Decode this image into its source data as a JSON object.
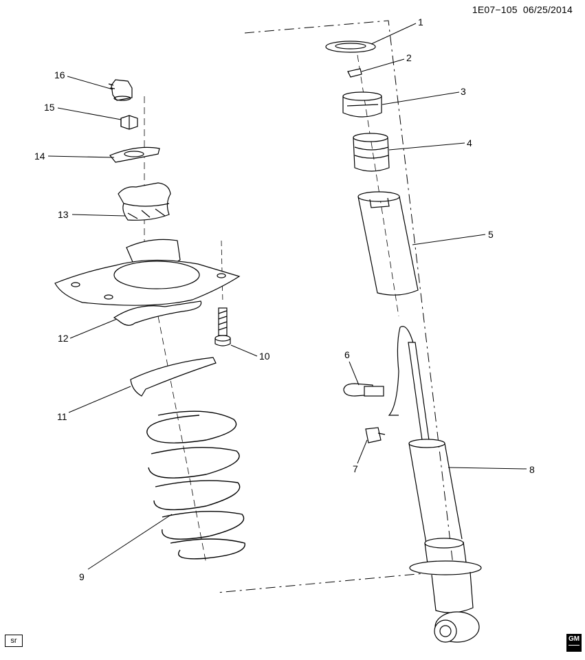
{
  "header": {
    "diagram_id": "1E07−105",
    "date": "06/25/2014"
  },
  "callouts": [
    "1",
    "2",
    "3",
    "4",
    "5",
    "6",
    "7",
    "8",
    "9",
    "10",
    "11",
    "12",
    "13",
    "14",
    "15",
    "16"
  ],
  "footer": {
    "badge": "sr",
    "logo": "GM"
  },
  "parts": {
    "icons": [
      "washer-icon",
      "nut-icon",
      "bearing-icon",
      "bump-stop-icon",
      "dust-boot-icon",
      "connector-icon",
      "clip-icon",
      "shock-absorber-icon",
      "coil-spring-icon",
      "bolt-icon",
      "spring-insulator-icon",
      "strut-mount-icon",
      "mount-insulator-icon",
      "retainer-icon",
      "lock-nut-icon",
      "cap-icon"
    ]
  }
}
